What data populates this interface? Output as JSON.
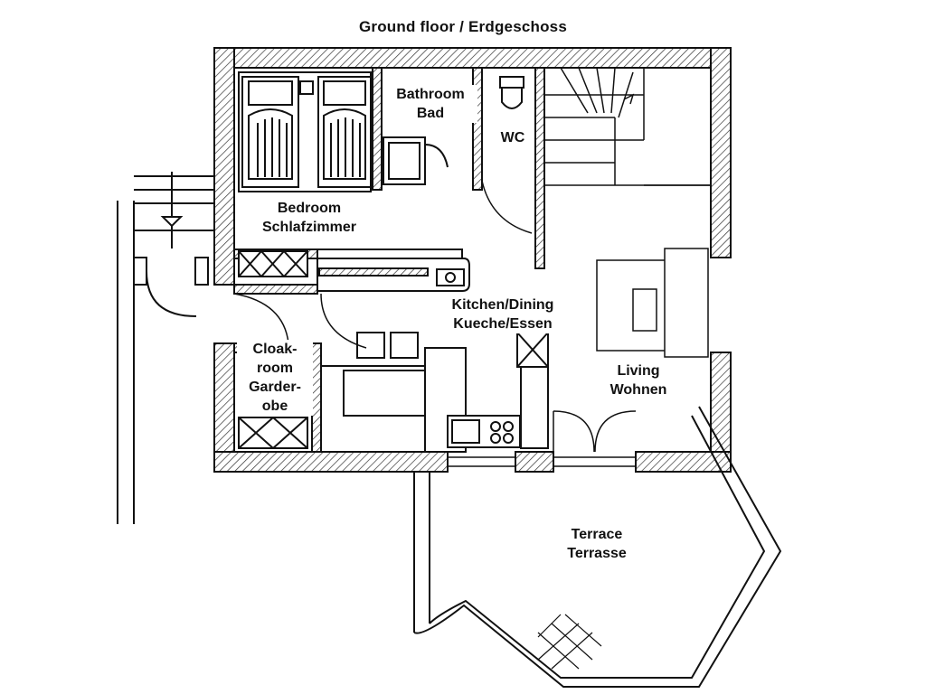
{
  "title": "Ground floor / Erdgeschoss",
  "rooms": {
    "bathroom": {
      "en": "Bathroom",
      "de": "Bad"
    },
    "wc": {
      "en": "WC"
    },
    "bedroom": {
      "en": "Bedroom",
      "de": "Schlafzimmer"
    },
    "kitchen": {
      "en": "Kitchen/Dining",
      "de": "Kueche/Essen"
    },
    "cloakroom": {
      "line1": "Cloak-",
      "line2": "room",
      "line3": "Garder-",
      "line4": "obe"
    },
    "living": {
      "en": "Living",
      "de": "Wohnen"
    },
    "terrace": {
      "en": "Terrace",
      "de": "Terrasse"
    }
  }
}
